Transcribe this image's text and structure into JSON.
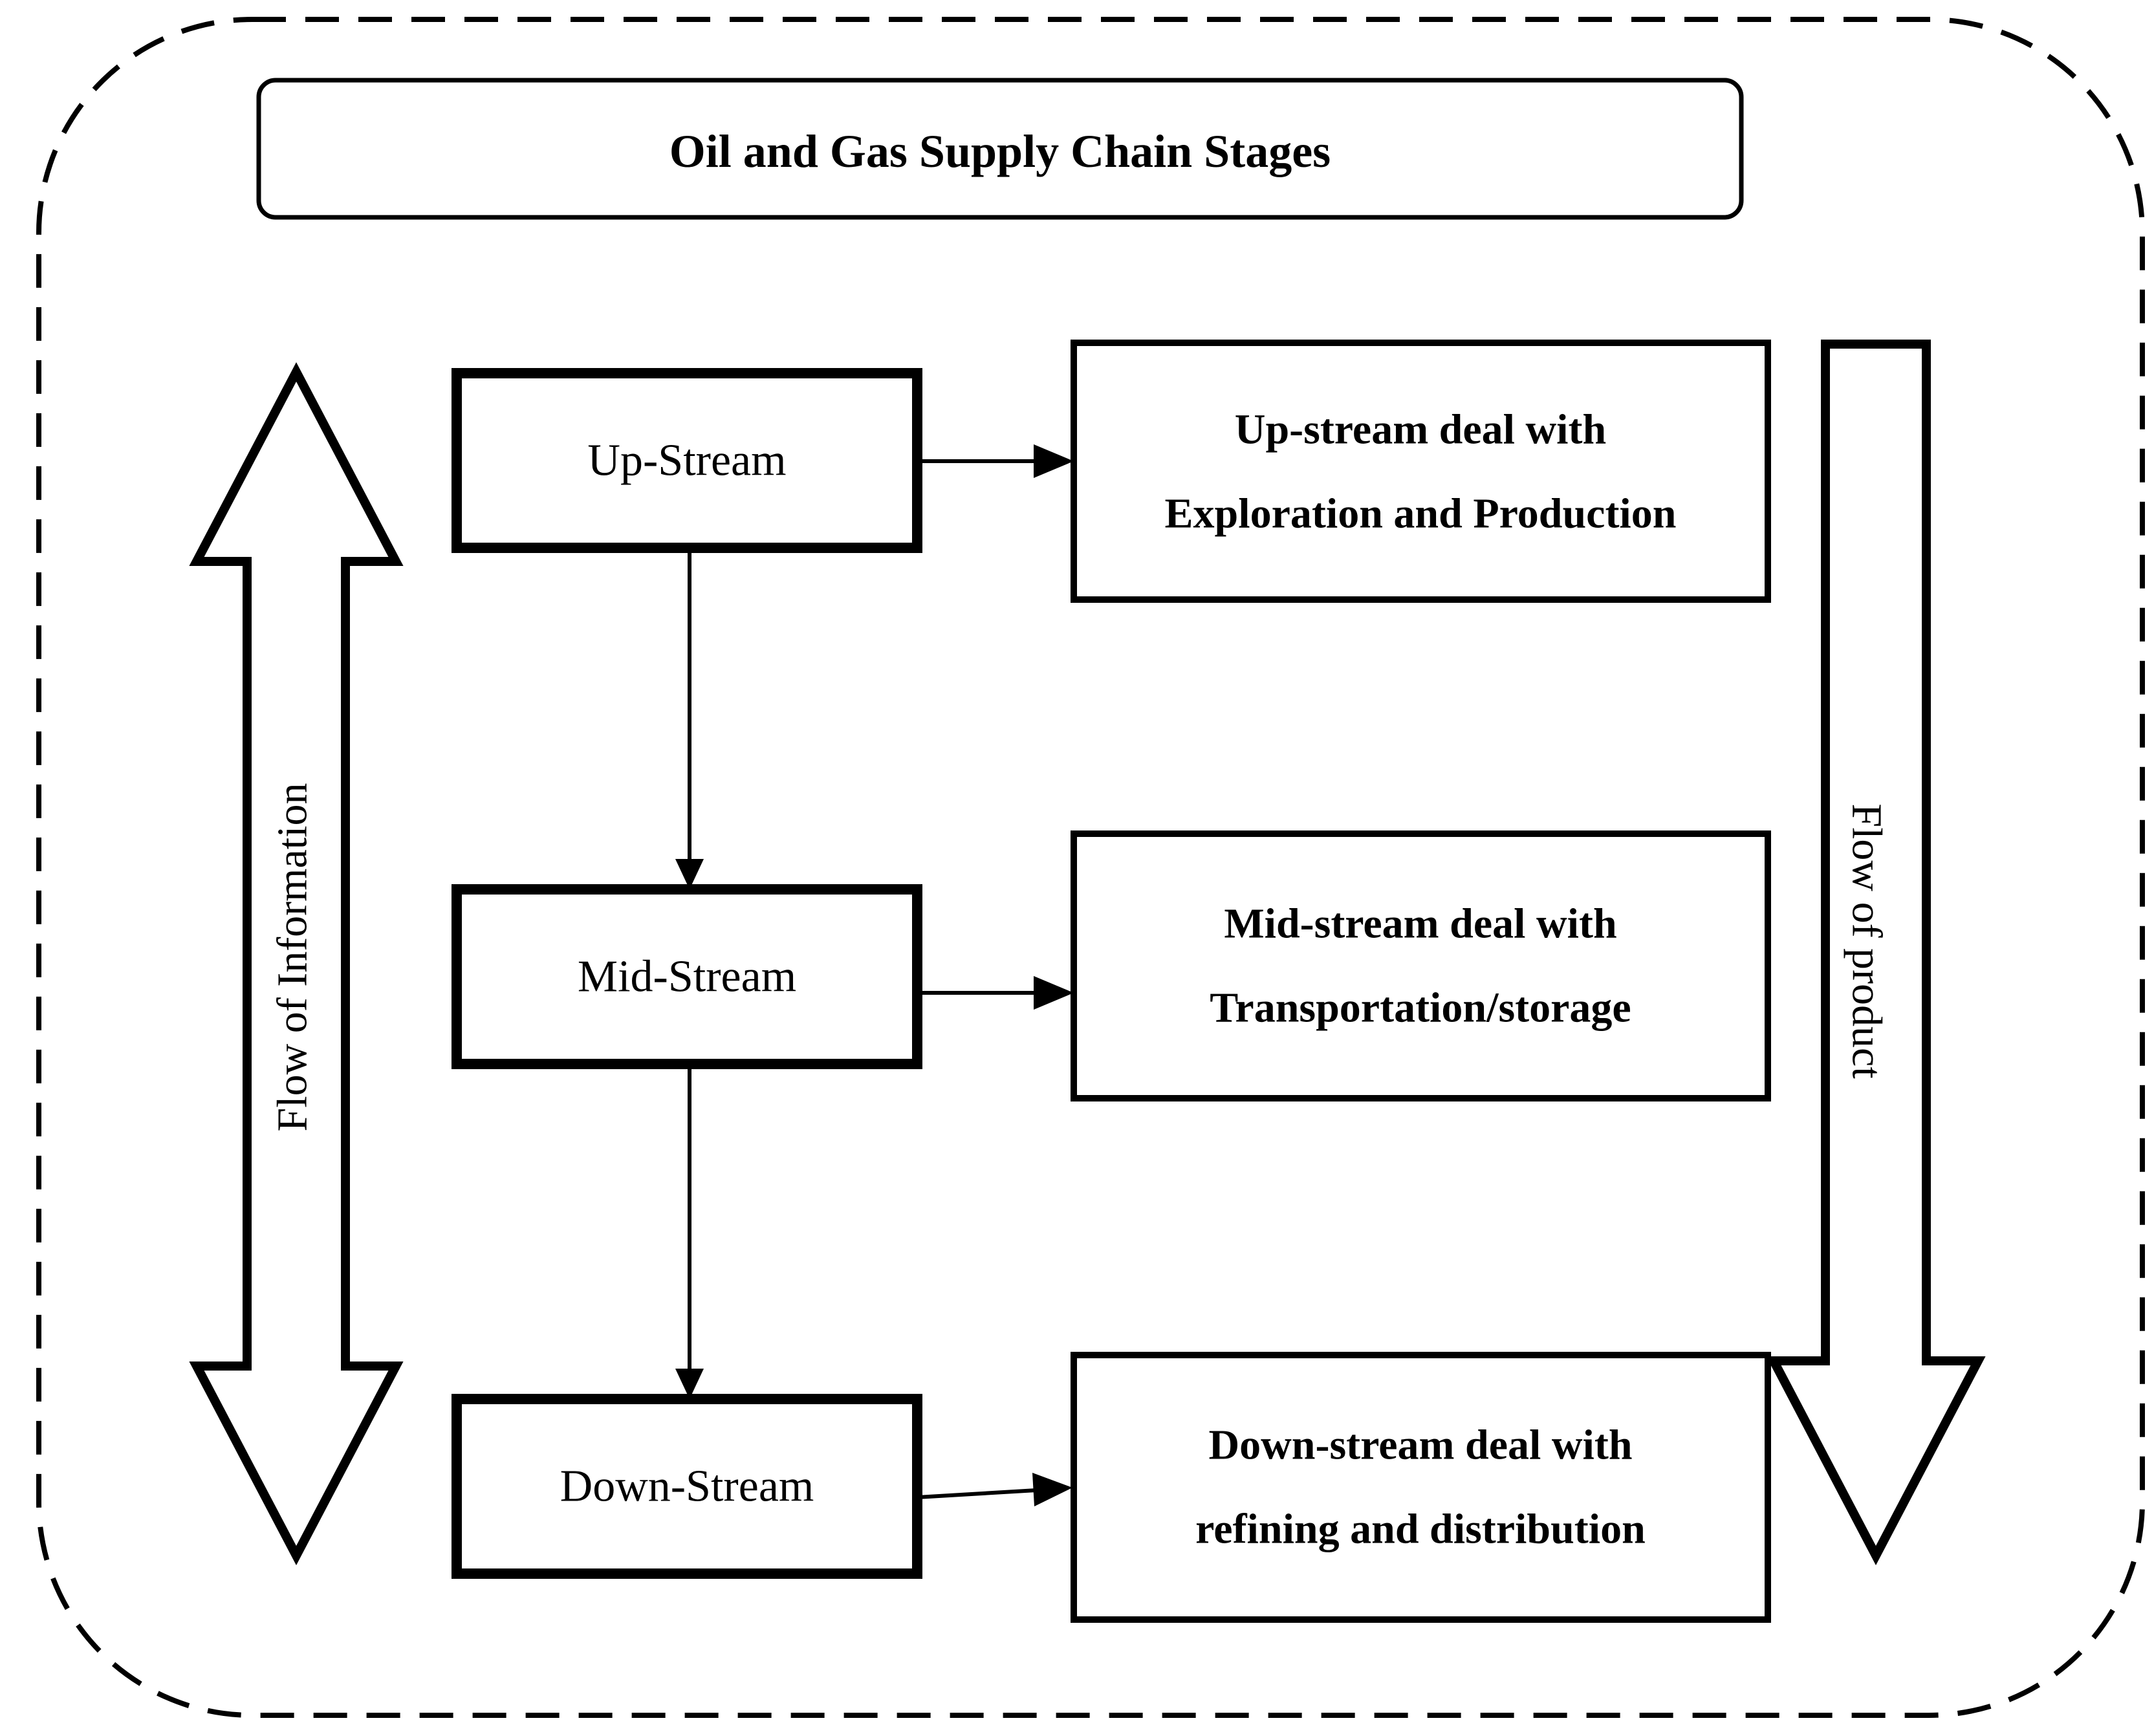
{
  "diagram": {
    "title": "Oil and Gas Supply Chain Stages",
    "flow_left": {
      "label": "Flow of Information",
      "arrow": "double-headed-vertical-arrow"
    },
    "flow_right": {
      "label": "Flow of product",
      "arrow": "downward-arrow"
    },
    "stages": [
      {
        "label": "Up-Stream",
        "description_lines": [
          "Up-stream deal with",
          "Exploration and Production"
        ]
      },
      {
        "label": "Mid-Stream",
        "description_lines": [
          "Mid-stream deal with",
          "Transportation/storage"
        ]
      },
      {
        "label": "Down-Stream",
        "description_lines": [
          "Down-stream deal with",
          "refining and distribution"
        ]
      }
    ],
    "colors": {
      "line": "#000000",
      "background": "#ffffff"
    }
  }
}
